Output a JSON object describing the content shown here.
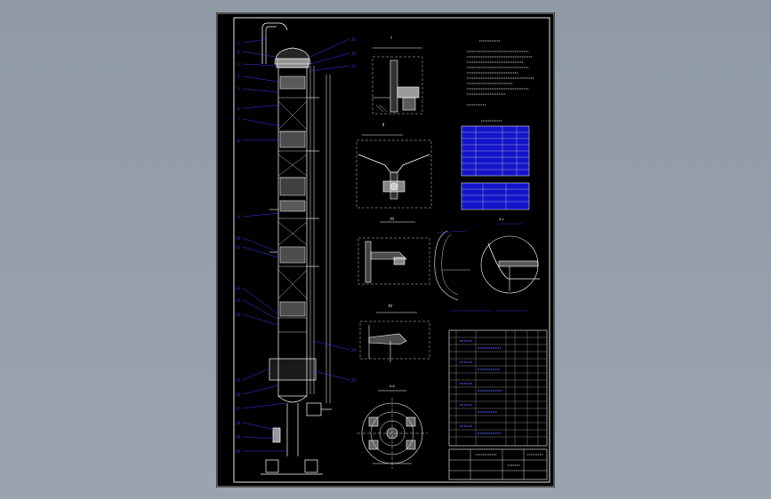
{
  "colors": {
    "background": "#94a0ab",
    "sheet": "#000000",
    "line": "#ffffff",
    "leader": "#3a3aff",
    "table_fill": "#1414c8"
  },
  "sections": {
    "detail_I": "I",
    "detail_II": "II",
    "detail_III": "III",
    "detail_IV": "IV",
    "scale_caption": "4:1",
    "plan_view": "A-A"
  }
}
